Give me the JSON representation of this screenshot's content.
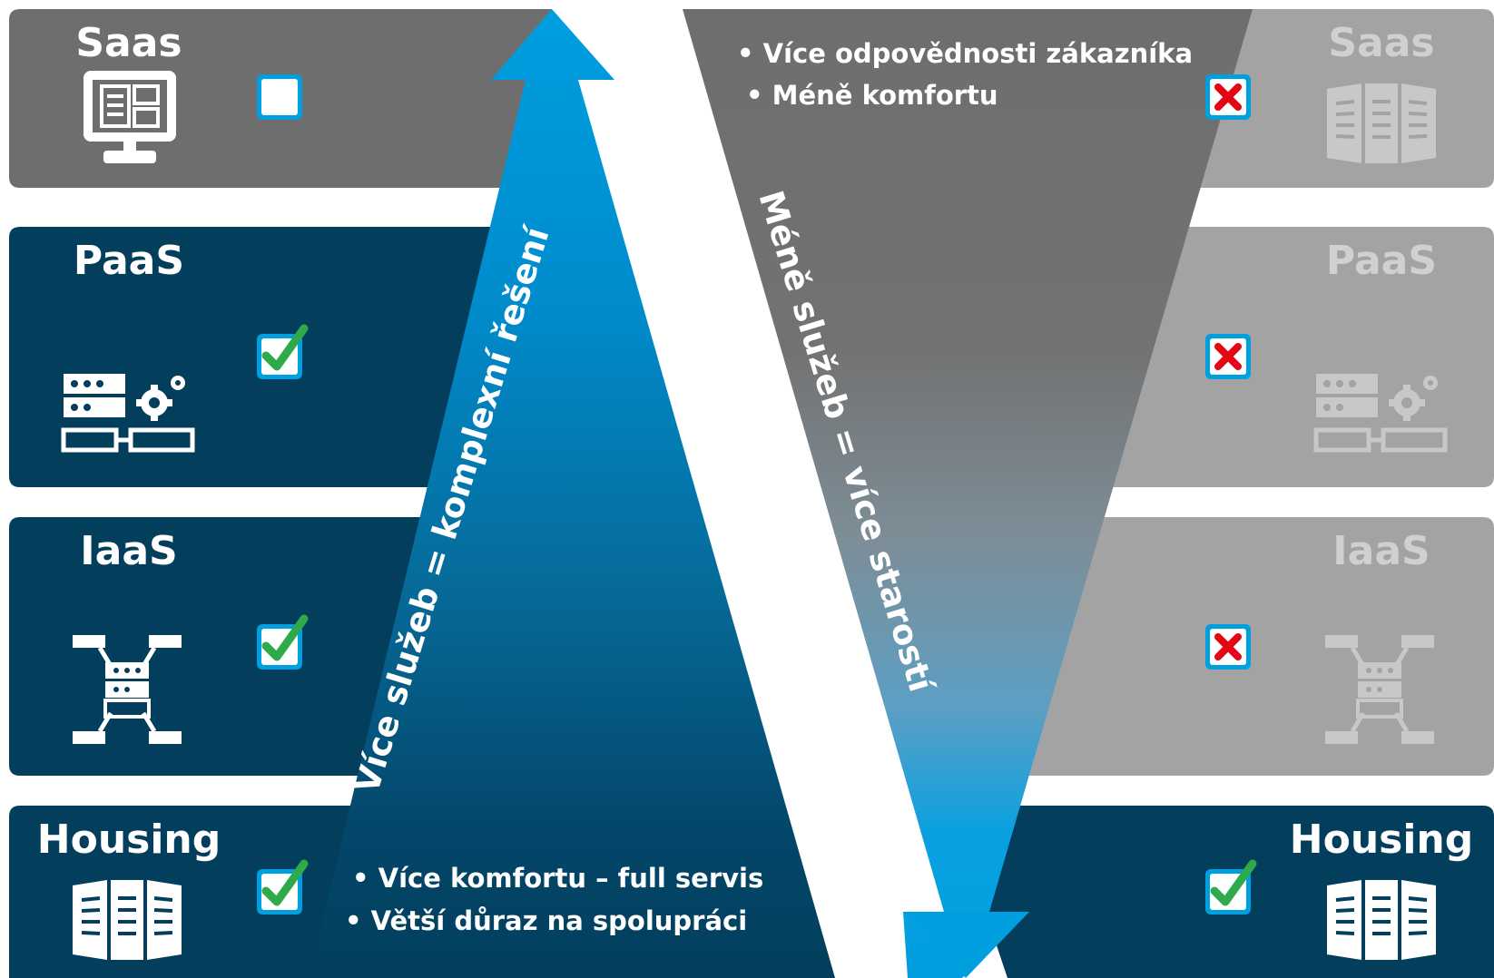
{
  "colors": {
    "gray_dark": "#6e6e6e",
    "gray_light": "#a3a3a3",
    "navy": "#033f5c",
    "arrow_blue": "#009fe0",
    "check_green": "#2eaa4a",
    "cross_red": "#e30613",
    "white": "#ffffff"
  },
  "left": {
    "rows": [
      {
        "label": "Saas",
        "icon": "monitor-icon",
        "status": "empty"
      },
      {
        "label": "PaaS",
        "icon": "platform-icon",
        "status": "check"
      },
      {
        "label": "IaaS",
        "icon": "infrastructure-icon",
        "status": "check"
      },
      {
        "label": "Housing",
        "icon": "server-rack-icon",
        "status": "check"
      }
    ],
    "arrow_text": "Více služeb = komplexní řešení",
    "bullets": [
      "• Více komfortu – full servis",
      "• Větší důraz na spolupráci"
    ]
  },
  "right": {
    "rows": [
      {
        "label": "Saas",
        "icon": "server-rack-icon",
        "status": "cross"
      },
      {
        "label": "PaaS",
        "icon": "platform-icon",
        "status": "cross"
      },
      {
        "label": "IaaS",
        "icon": "infrastructure-icon",
        "status": "cross"
      },
      {
        "label": "Housing",
        "icon": "server-rack-icon",
        "status": "check"
      }
    ],
    "arrow_text": "Méně služeb = více starostí",
    "bullets": [
      "• Více odpovědnosti zákazníka",
      "• Méně komfortu"
    ]
  }
}
